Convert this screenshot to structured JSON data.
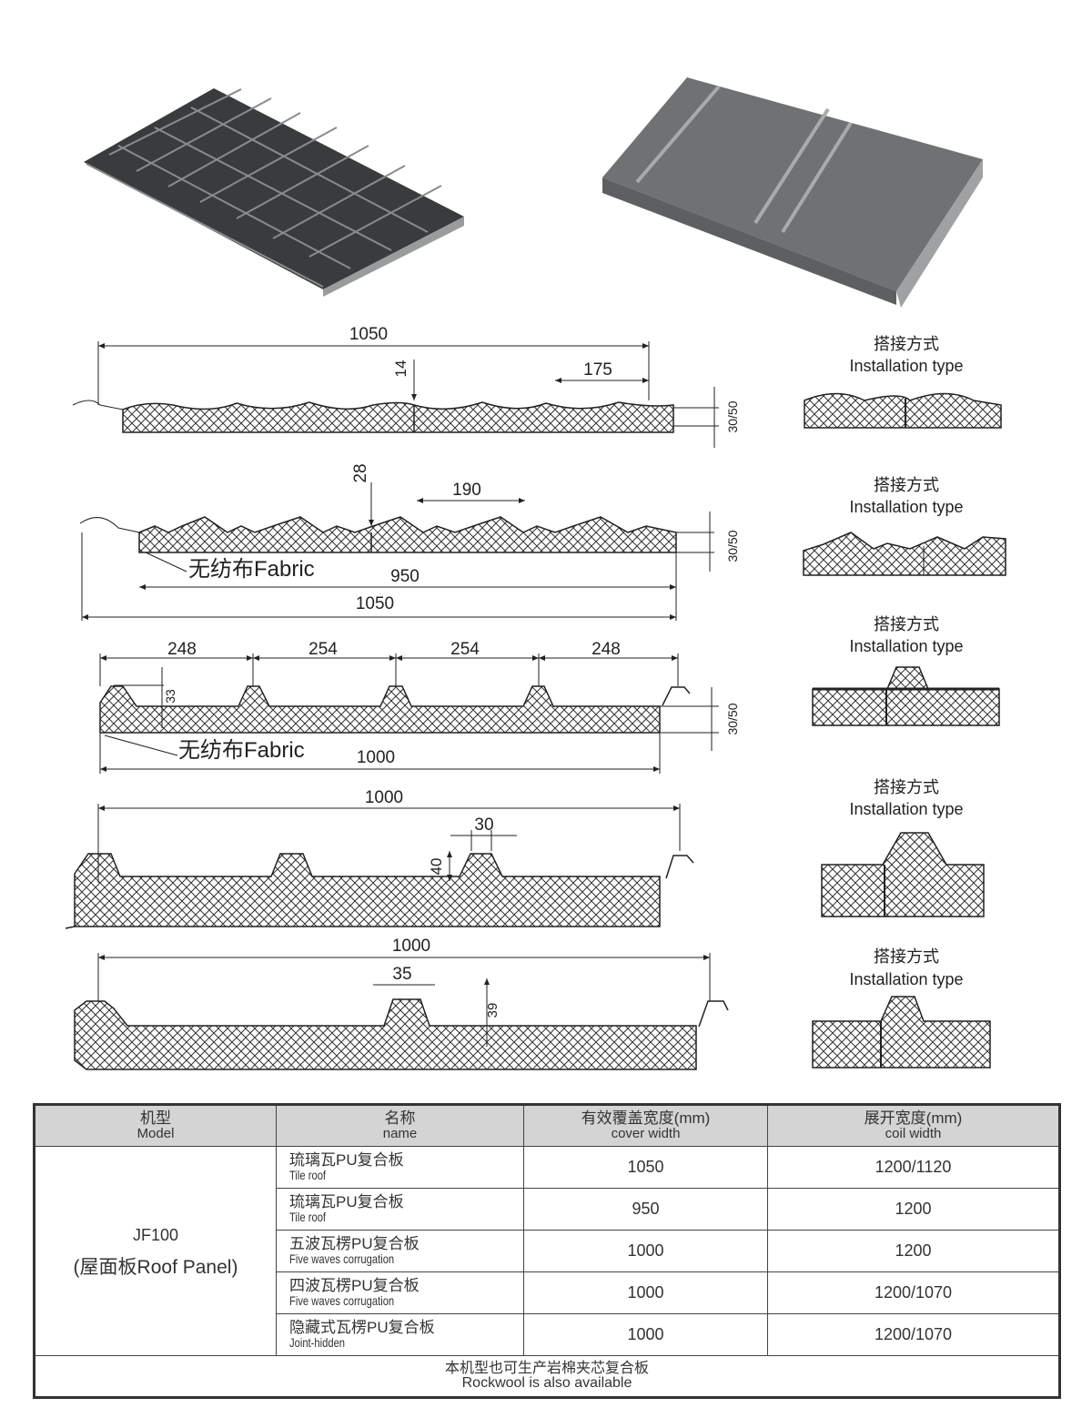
{
  "diagrams": [
    {
      "dims": [
        "1050",
        "14",
        "175",
        "30/50"
      ]
    },
    {
      "dims": [
        "28",
        "190",
        "950",
        "1050",
        "30/50"
      ],
      "fabric": "无纺布Fabric"
    },
    {
      "dims": [
        "248",
        "254",
        "254",
        "248",
        "33",
        "1000",
        "30/50"
      ],
      "fabric": "无纺布Fabric"
    },
    {
      "dims": [
        "1000",
        "30",
        "40"
      ]
    },
    {
      "dims": [
        "1000",
        "35",
        "39"
      ]
    }
  ],
  "installation": {
    "title_cn": "搭接方式",
    "title_en": "Installation type"
  },
  "table": {
    "headers": [
      {
        "cn": "机型",
        "en": "Model"
      },
      {
        "cn": "名称",
        "en": "name"
      },
      {
        "cn": "有效覆盖宽度(mm)",
        "en": "cover width"
      },
      {
        "cn": "展开宽度(mm)",
        "en": "coil width"
      }
    ],
    "model": "JF100",
    "model_sub": "(屋面板Roof Panel)",
    "rows": [
      {
        "name_cn": "琉璃瓦PU复合板",
        "name_en": "Tile roof",
        "cover": "1050",
        "coil": "1200/1120"
      },
      {
        "name_cn": "琉璃瓦PU复合板",
        "name_en": "Tile roof",
        "cover": "950",
        "coil": "1200"
      },
      {
        "name_cn": "五波瓦楞PU复合板",
        "name_en": "Five waves corrugation",
        "cover": "1000",
        "coil": "1200"
      },
      {
        "name_cn": "四波瓦楞PU复合板",
        "name_en": "Five waves corrugation",
        "cover": "1000",
        "coil": "1200/1070"
      },
      {
        "name_cn": "隐藏式瓦楞PU复合板",
        "name_en": "Joint-hidden",
        "cover": "1000",
        "coil": "1200/1070"
      }
    ],
    "footer_cn": "本机型也可生产岩棉夹芯复合板",
    "footer_en": "Rockwool is also available"
  }
}
